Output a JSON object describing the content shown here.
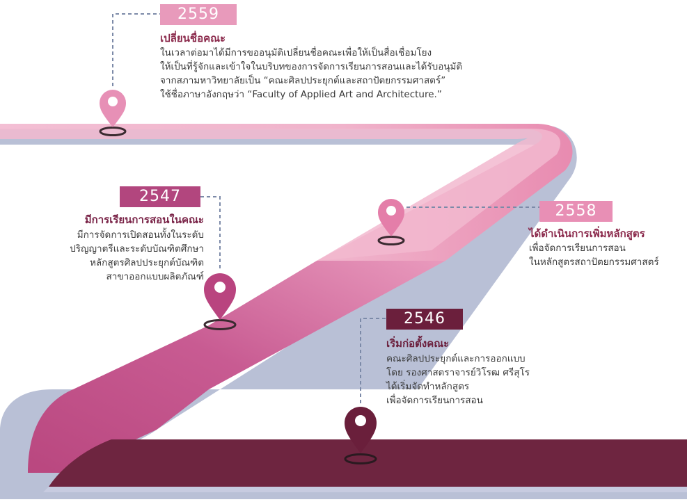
{
  "milestones": [
    {
      "year": "2559",
      "title": "เปลี่ยนชื่อคณะ",
      "lines": [
        "ในเวลาต่อมาได้มีการขออนุมัติเปลี่ยนชื่อคณะเพื่อให้เป็นสื่อเชื่อมโยง",
        "ให้เป็นที่รู้จักและเข้าใจในบริบทของการจัดการเรียนการสอนและได้รับอนุมัติ",
        "จากสภามหาวิทยาลัยเป็น “คณะศิลปประยุกต์และสถาปัตยกรรมศาสตร์”",
        "ใช้ชื่อภาษาอังกฤษว่า “Faculty of Applied Art and Architecture.”"
      ],
      "color": "#e58fb4",
      "title_color": "#8b2a4c"
    },
    {
      "year": "2558",
      "title": "ได้ดำเนินการเพิ่มหลักสูตร",
      "lines": [
        "เพื่อจัดการเรียนการสอน",
        "ในหลักสูตรสถาปัตยกรรมศาสตร์"
      ],
      "color": "#e58fb4",
      "title_color": "#8b2a4c"
    },
    {
      "year": "2547",
      "title": "มีการเรียนการสอนในคณะ",
      "lines": [
        "มีการจัดการเปิดสอนทั้งในระดับ",
        "ปริญญาตรีและระดับบัณฑิตศึกษา",
        "หลักสูตรศิลปประยุกต์บัณฑิต",
        "สาขาออกแบบผลิตภัณฑ์"
      ],
      "color": "#b2467e",
      "title_color": "#7a2448"
    },
    {
      "year": "2546",
      "title": "เริ่มก่อตั้งคณะ",
      "lines": [
        "คณะศิลปประยุกต์และการออกแบบ",
        "โดย รองศาสตราจารย์วิโรฒ ศรีสุโร",
        "ได้เริ่มจัดทำหลักสูตร",
        "เพื่อจัดการเรียนการสอน"
      ],
      "color": "#6b1f3c",
      "title_color": "#6b1f3c"
    }
  ]
}
